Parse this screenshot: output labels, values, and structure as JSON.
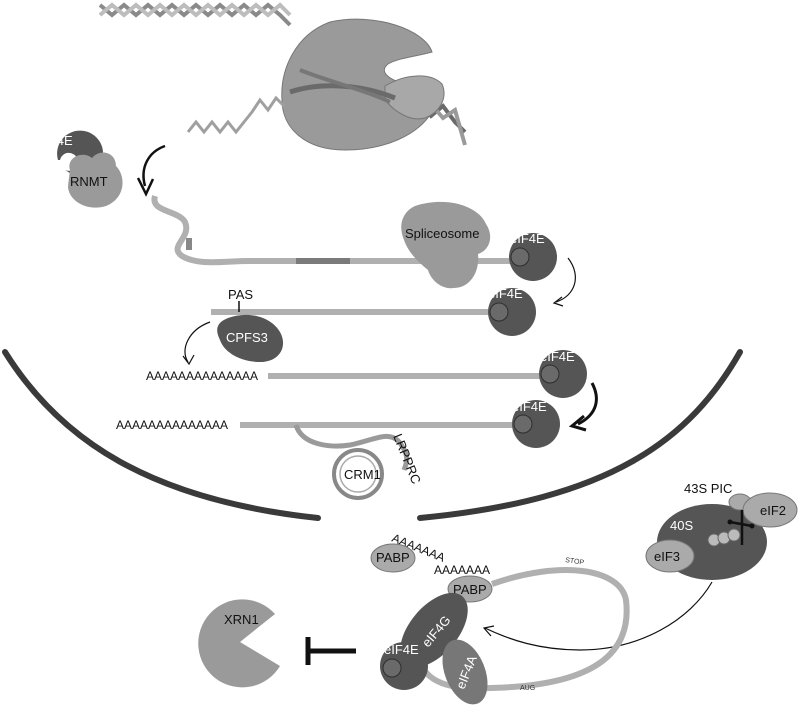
{
  "labels": {
    "eif4e": "eIF4E",
    "rnmt": "RNMT",
    "spliceosome": "Spliceosome",
    "pas": "PAS",
    "cpfs3": "CPFS3",
    "polya_long": "AAAAAAAAAAAAAA",
    "crm1": "CRM1",
    "lrpprc": "LRPPRC",
    "pic_43s": "43S PIC",
    "s40": "40S",
    "eif2": "eIF2",
    "eif3": "eIF3",
    "pabp": "PABP",
    "polya_tail_a": "AAAAAAA",
    "polya_tail_b": "AAAAAAA",
    "stop": "STOP",
    "aug": "AUG",
    "eif4g": "eIF4G",
    "eif4a": "eIF4A",
    "xrn1": "XRN1"
  },
  "colors": {
    "dark_protein": "#555555",
    "light_protein": "#9a9a9a",
    "rna": "#b0b0b0",
    "membrane": "#3a3a3a",
    "arrow": "#111111"
  }
}
